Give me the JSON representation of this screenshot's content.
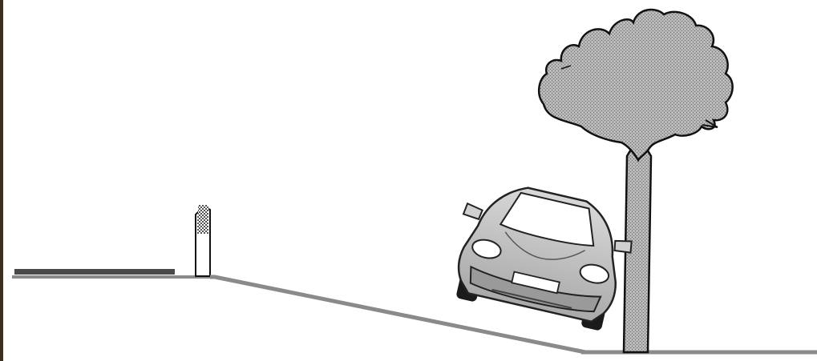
{
  "scene": {
    "background": "#ffffff",
    "colors": {
      "ground": "#8a8a8a",
      "road": "#4a4a4a",
      "tree_fill": "#a6a6a6",
      "tree_outline": "#111111",
      "car_body": "#bdbdbd",
      "car_outline": "#222222",
      "glass": "#ffffff",
      "tire": "#1a1a1a",
      "edge_texture": "#3a3020"
    },
    "objects": [
      {
        "name": "road-surface",
        "label": ""
      },
      {
        "name": "delineator-post",
        "label": ""
      },
      {
        "name": "embankment-slope",
        "label": ""
      },
      {
        "name": "tree",
        "label": ""
      },
      {
        "name": "car",
        "label": ""
      }
    ]
  }
}
